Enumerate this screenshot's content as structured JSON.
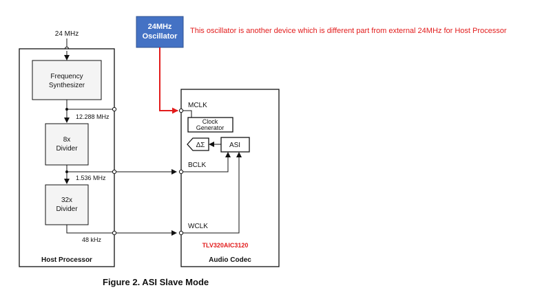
{
  "input_clock_label": "24 MHz",
  "host": {
    "title": "Host Processor",
    "synth_line1": "Frequency",
    "synth_line2": "Synthesizer",
    "div8_line1": "8x",
    "div8_line2": "Divider",
    "div32_line1": "32x",
    "div32_line2": "Divider",
    "freq1": "12.288 MHz",
    "freq2": "1.536 MHz",
    "freq3": "48 kHz"
  },
  "codec": {
    "title": "Audio Codec",
    "part_number": "TLV320AIC3120",
    "mclk": "MCLK",
    "bclk": "BCLK",
    "wclk": "WCLK",
    "clockgen_line1": "Clock",
    "clockgen_line2": "Generator",
    "delta_sigma": "ΔΣ",
    "asi": "ASI"
  },
  "oscillator": {
    "line1": "24MHz",
    "line2": "Oscillator",
    "fill_color": "#4472c4"
  },
  "annotation": "This oscillator is another device which is different part from external 24MHz for Host Processor",
  "annotation_color": "#e21b1b",
  "caption": "Figure 2. ASI Slave Mode"
}
